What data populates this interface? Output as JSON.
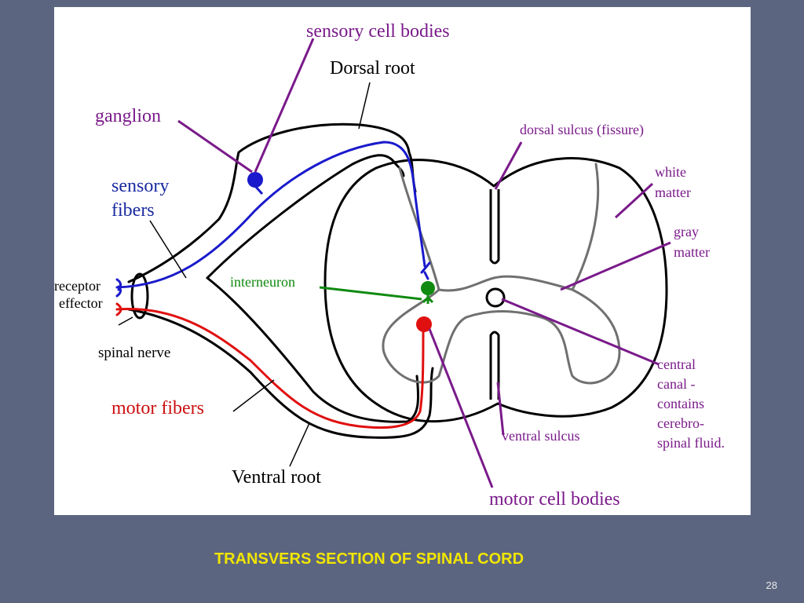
{
  "diagram": {
    "labels": {
      "sensory_cell_bodies": "sensory cell bodies",
      "dorsal_root": "Dorsal root",
      "ganglion": "ganglion",
      "sensory_fibers_1": "sensory",
      "sensory_fibers_2": "fibers",
      "receptor": "receptor",
      "effector": "effector",
      "spinal_nerve": "spinal nerve",
      "interneuron": "interneuron",
      "motor_fibers": "motor fibers",
      "ventral_root": "Ventral root",
      "dorsal_sulcus": "dorsal sulcus (fissure)",
      "white_matter_1": "white",
      "white_matter_2": "matter",
      "gray_matter_1": "gray",
      "gray_matter_2": "matter",
      "central_canal_1": "central",
      "central_canal_2": "canal -",
      "central_canal_3": "contains",
      "central_canal_4": "cerebro-",
      "central_canal_5": "spinal fluid.",
      "ventral_sulcus": "ventral sulcus",
      "motor_cell_bodies": "motor cell bodies"
    },
    "colors": {
      "outline": "#000000",
      "gray_matter_outline": "#707070",
      "sensory": "#1a1acc",
      "motor": "#e01010",
      "interneuron": "#108a10",
      "pointer": "#7a1a8a",
      "sensory_text": "#1a2aa0",
      "motor_text": "#cc1010"
    }
  },
  "caption": "TRANSVERS SECTION OF SPINAL CORD",
  "slide_number": "28"
}
